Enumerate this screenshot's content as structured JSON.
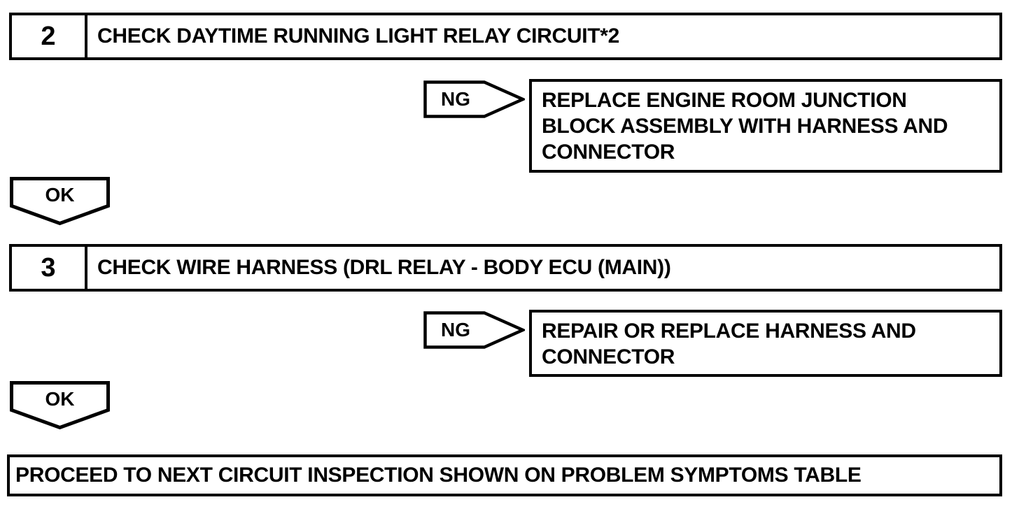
{
  "page": {
    "background": "#ffffff",
    "ink": "#000000"
  },
  "flowchart": {
    "steps": [
      {
        "number": "2",
        "title": "CHECK DAYTIME RUNNING LIGHT RELAY CIRCUIT*2",
        "ng": {
          "label": "NG",
          "result_lines": [
            "REPLACE ENGINE ROOM JUNCTION",
            "BLOCK ASSEMBLY WITH HARNESS AND",
            "CONNECTOR"
          ]
        },
        "ok": {
          "label": "OK"
        }
      },
      {
        "number": "3",
        "title": "CHECK WIRE HARNESS (DRL RELAY - BODY ECU (MAIN))",
        "ng": {
          "label": "NG",
          "result_lines": [
            "REPAIR OR REPLACE HARNESS AND",
            "CONNECTOR"
          ]
        },
        "ok": {
          "label": "OK"
        }
      }
    ],
    "terminal": "PROCEED TO NEXT CIRCUIT INSPECTION SHOWN ON PROBLEM SYMPTOMS TABLE"
  }
}
